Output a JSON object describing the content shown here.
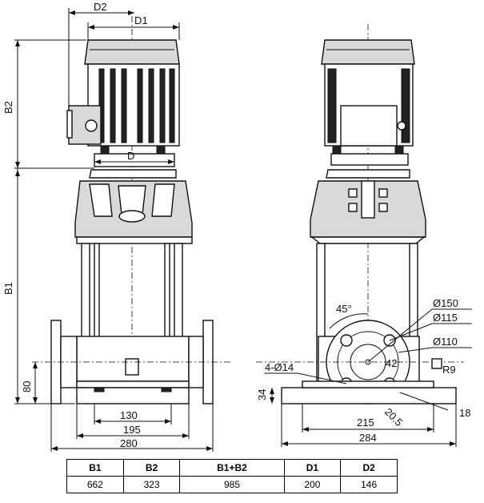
{
  "labels": {
    "d2_top": "D2",
    "d1_top": "D1",
    "b2": "B2",
    "b1": "B1",
    "d_motor": "D",
    "h80": "80",
    "w130": "130",
    "w195": "195",
    "w280": "280",
    "h34": "34",
    "w215": "215",
    "w284": "284",
    "holes": "4-Ø14",
    "angle": "45°",
    "dia150": "Ø150",
    "dia115": "Ø115",
    "dia110": "Ø110",
    "d42": "42",
    "r9": "R9",
    "d20_5": "20.5",
    "d18": "18"
  },
  "table": {
    "headers": [
      "B1",
      "B2",
      "B1+B2",
      "D1",
      "D2"
    ],
    "values": [
      "662",
      "323",
      "985",
      "200",
      "146"
    ]
  }
}
